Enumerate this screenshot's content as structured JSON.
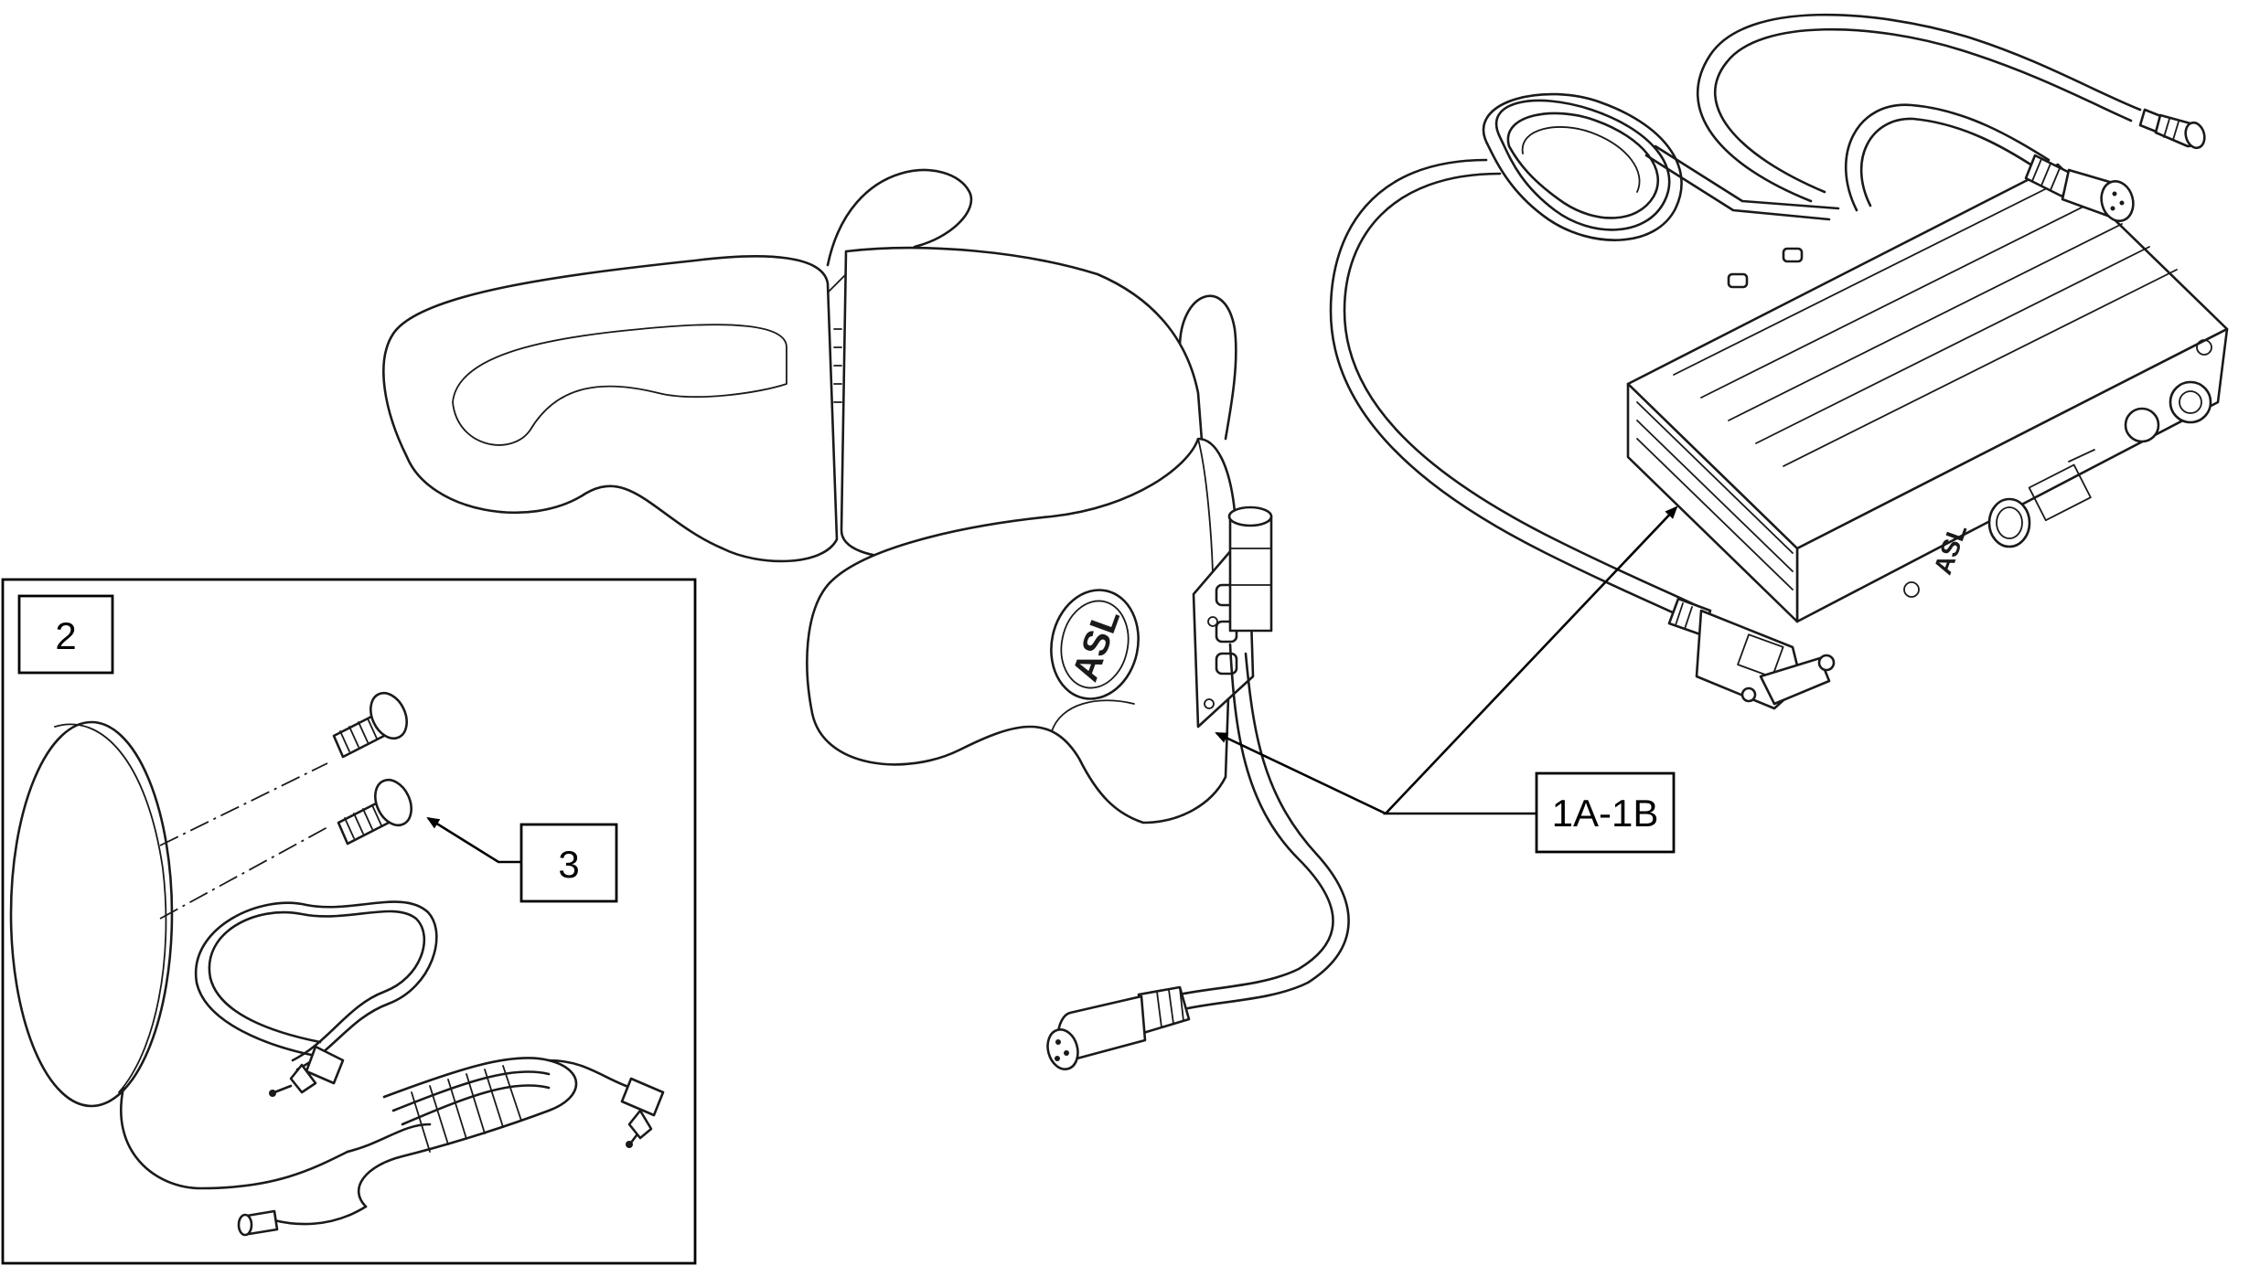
{
  "callouts": {
    "label_1a1b": "1A-1B",
    "label_2": "2",
    "label_3": "3"
  },
  "branding": {
    "headrest_logo": "ASL",
    "module_logo": "ASL"
  },
  "colors": {
    "line": "#1a1a1a",
    "background": "#ffffff"
  }
}
